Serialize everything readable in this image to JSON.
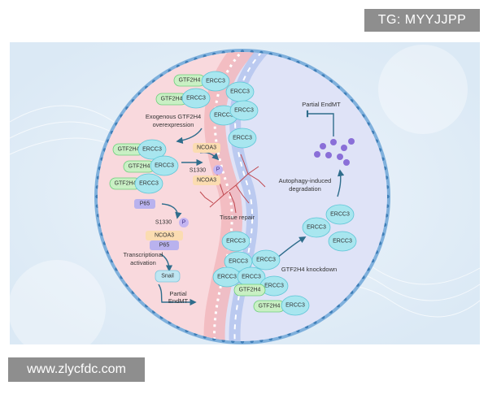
{
  "watermark_top": "TG: MYYJJPP",
  "watermark_bottom": "www.zlycfdc.com",
  "labels": {
    "exogenous_line1": "Exogenous GTF2H4",
    "exogenous_line2": "overexpression",
    "tissue_repair": "Tissue repair",
    "transcriptional_line1": "Transcriptional",
    "transcriptional_line2": "activation",
    "partial_endmt_left_line1": "Partial",
    "partial_endmt_left_line2": "EndMT",
    "partial_endmt_right": "Partial EndMT",
    "autophagy_line1": "Autophagy-induced",
    "autophagy_line2": "degradation",
    "knockdown": "GTF2H4 knockdown"
  },
  "molecules": {
    "gtf2h4": "GTF2H4",
    "ercc3": "ERCC3",
    "ncoa3": "NCOA3",
    "s1330": "S1330",
    "phospho": "P",
    "p65": "P65",
    "snail": "Snail"
  },
  "colors": {
    "left_bg": "#f9d9dd",
    "right_bg": "#dfe3f7",
    "membrane": "#8ab8e0",
    "ercc3_fill": "#a8e6ef",
    "gtf2h4_fill": "#c9f0c4",
    "ncoa3_fill": "#fbdcb1",
    "p65_fill": "#b9b2ee",
    "phospho_fill": "#c4b5f1",
    "arrow": "#2f6d8c",
    "dots": "#8a6fd8"
  }
}
